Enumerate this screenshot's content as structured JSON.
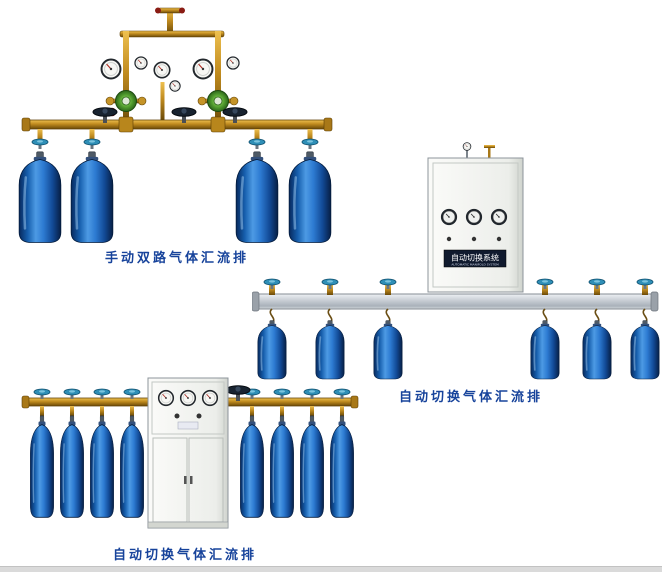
{
  "page": {
    "background": "#ffffff"
  },
  "colors": {
    "caption": "#17439b",
    "cylinder_blue": "#2d7bd2",
    "brass": "#bf8a1e",
    "rail_silver": "#c6ccd3",
    "teal_handle": "#2f8fb7",
    "regulator_green": "#57a432"
  },
  "figures": [
    {
      "id": "manual-dual-manifold",
      "caption": "手动双路气体汇流排"
    },
    {
      "id": "auto-switch-manifold-wall",
      "caption": "自动切换气体汇流排",
      "cabinet_label": "自动切换系统",
      "cabinet_sublabel": "AUTOMATIC MANIFOLD SYSTEM"
    },
    {
      "id": "auto-switch-manifold-cabinet",
      "caption": "自动切换气体汇流排"
    }
  ]
}
